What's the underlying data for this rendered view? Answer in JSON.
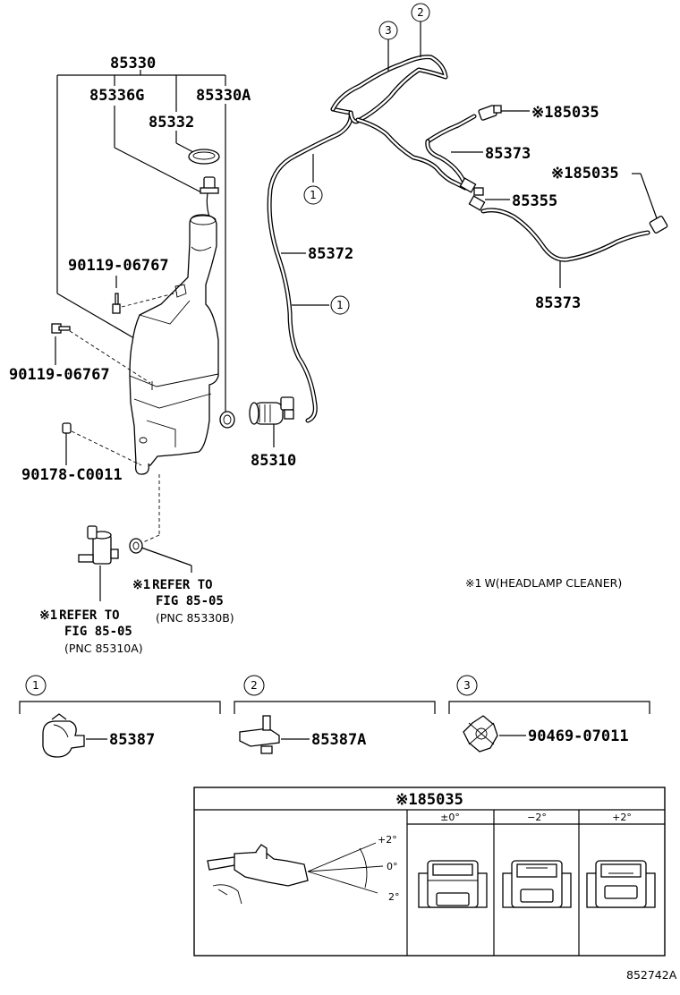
{
  "diagram_id": "852742A",
  "labels": {
    "p85330": "85330",
    "p85336G": "85336G",
    "p85330A": "85330A",
    "p85332": "85332",
    "p90119_a": "90119-06767",
    "p90119_b": "90119-06767",
    "p90178": "90178-C0011",
    "p85310": "85310",
    "p85372": "85372",
    "p85035_a": "85035",
    "p85035_b": "85035",
    "p85373_a": "85373",
    "p85373_b": "85373",
    "p85355": "85355",
    "p85387": "85387",
    "p85387A": "85387A",
    "p90469": "90469-07011",
    "p85035_table": "85035"
  },
  "marks": {
    "note": "※1",
    "circle1": "1",
    "circle2": "2",
    "circle3": "3"
  },
  "refs": {
    "ref1_line1": "REFER TO",
    "ref1_line2": "FIG 85-05",
    "ref1_line3": "(PNC 85330B)",
    "ref2_line1": "REFER TO",
    "ref2_line2": "FIG 85-05",
    "ref2_line3": "(PNC 85310A)"
  },
  "footnote": "W(HEADLAMP CLEANER)",
  "angle_table": {
    "columns": [
      "±0°",
      "−2°",
      "+2°"
    ],
    "angle_plus": "+2°",
    "angle_zero": "0°",
    "angle_minus": "2°"
  }
}
